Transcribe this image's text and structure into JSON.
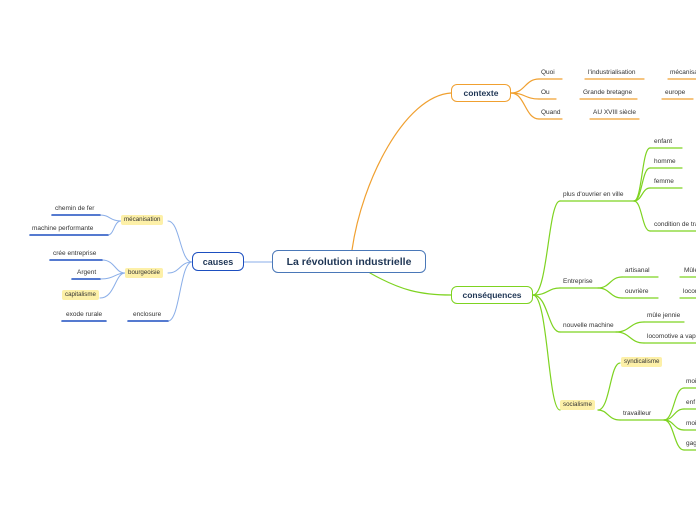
{
  "root": "La révolution industrielle",
  "causes": {
    "title": "causes",
    "mecanisation": "mécanisation",
    "chemin_de_fer": "chemin de fer",
    "machine_performante": "machine performante",
    "bourgeoisie": "bourgeoisie",
    "cree_entreprise": "crée entreprise",
    "argent": "Argent",
    "capitalisme": "capitalisme",
    "enclosure": "enclosure",
    "exode_rurale": "exode rurale"
  },
  "contexte": {
    "title": "contexte",
    "quoi": "Quoi",
    "industrialisation": "l'industrialisation",
    "mecanisa": "mécanisa",
    "ou": "Ou",
    "grande_bretagne": "Grande bretagne",
    "europe": "europe",
    "quand": "Quand",
    "siecle": "AU XVIIl siècle"
  },
  "consequences": {
    "title": "conséquences",
    "plus_ouvrier": "plus d'ouvrier en ville",
    "enfant": "enfant",
    "homme": "homme",
    "femme": "femme",
    "condition": "condition de tra",
    "entreprise": "Entreprise",
    "artisanal": "artisanal",
    "mule_short": "Mûle",
    "ouvriere": "ouvrière",
    "loco_short": "locor",
    "nouvelle_machine": "nouvelle machine",
    "mule_jennie": "mûle jennie",
    "locomotive": "locomotive a vapeu",
    "socialisme": "socialisme",
    "syndicalisme": "syndicalisme",
    "travailleur": "travailleur",
    "t1": "moi",
    "t2": "enf",
    "t3": "moi",
    "t4": "gag"
  },
  "colors": {
    "root_border": "#4a78b8",
    "causes": "#1d4fc0",
    "causes_link": "#8aaee8",
    "contexte": "#f0a030",
    "consequences": "#7ed321",
    "highlight": "#fdf0a8"
  }
}
